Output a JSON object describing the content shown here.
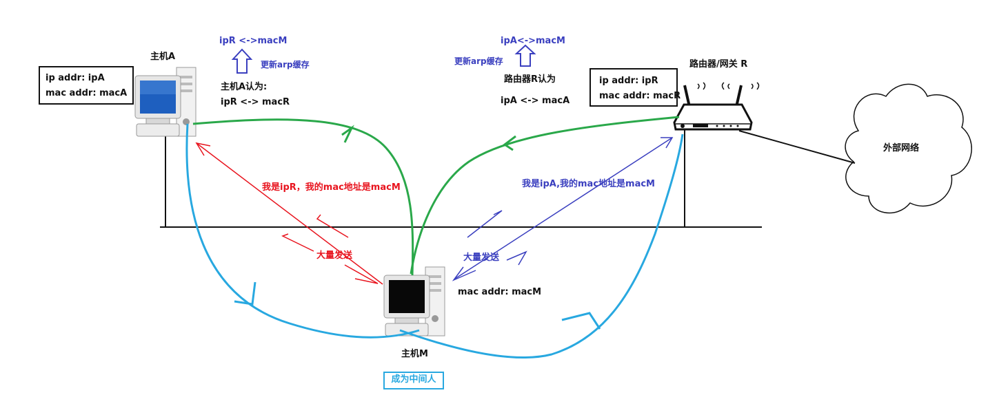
{
  "hostA": {
    "title": "主机A",
    "ip_line": "ip addr:  ipA",
    "mac_line": "mac addr:  macA"
  },
  "router": {
    "title": "路由器/网关 R",
    "ip_line": "ip addr:  ipR",
    "mac_line": "mac addr:  macR"
  },
  "hostM": {
    "title": "主机M",
    "mac_line": "mac addr:  macM",
    "badge": "成为中间人"
  },
  "cloud": {
    "label": "外部网络"
  },
  "hostA_cache": {
    "new_entry": "ipR <->macM",
    "update": "更新arp缓存",
    "believes": "主机A认为:",
    "old_entry": "ipR <-> macR"
  },
  "router_cache": {
    "new_entry": "ipA<->macM",
    "update": "更新arp缓存",
    "believes": "路由器R认为",
    "old_entry": "ipA <-> macA"
  },
  "spoof_to_A": "我是ipR，我的mac地址是macM",
  "spoof_to_R": "我是ipA,我的mac地址是macM",
  "flood_left": "大量发送",
  "flood_right": "大量发送",
  "colors": {
    "red": "#e8141e",
    "blue": "#3a3fbf",
    "green": "#2aa84a",
    "cyan": "#28a8e0"
  }
}
